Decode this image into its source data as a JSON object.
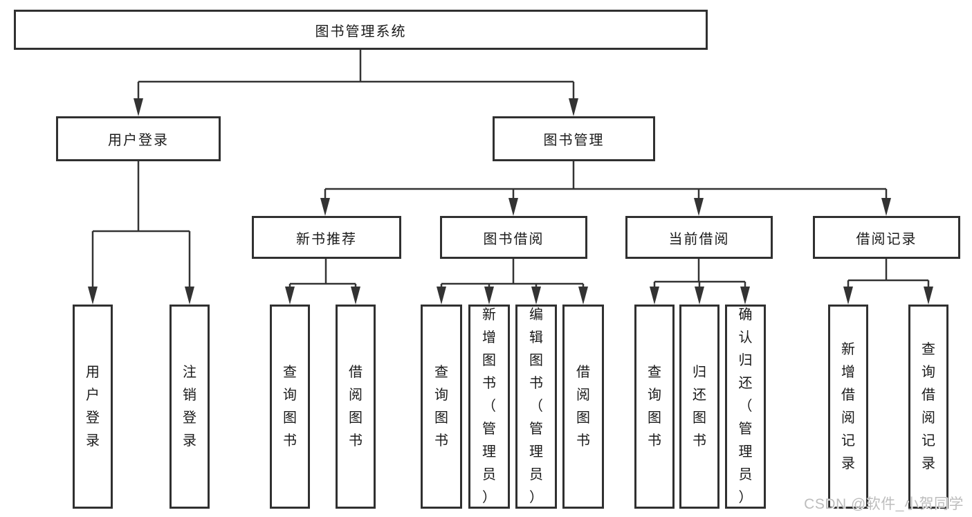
{
  "diagram": {
    "root": {
      "label": "图书管理系统",
      "children": [
        {
          "label": "用户登录",
          "children": [
            {
              "label": "用户登录"
            },
            {
              "label": "注销登录"
            }
          ]
        },
        {
          "label": "图书管理",
          "children": [
            {
              "label": "新书推荐",
              "children": [
                {
                  "label": "查询图书"
                },
                {
                  "label": "借阅图书"
                }
              ]
            },
            {
              "label": "图书借阅",
              "children": [
                {
                  "label": "查询图书"
                },
                {
                  "label": "新增图书（管理员）"
                },
                {
                  "label": "编辑图书（管理员）"
                },
                {
                  "label": "借阅图书"
                }
              ]
            },
            {
              "label": "当前借阅",
              "children": [
                {
                  "label": "查询图书"
                },
                {
                  "label": "归还图书"
                },
                {
                  "label": "确认归还（管理员）"
                }
              ]
            },
            {
              "label": "借阅记录",
              "children": [
                {
                  "label": "新增借阅记录"
                },
                {
                  "label": "查询借阅记录"
                }
              ]
            }
          ]
        }
      ]
    }
  },
  "watermark": {
    "text": "CSDN @软件_小贺同学"
  },
  "colors": {
    "line": "#333333",
    "box_border": "#303030",
    "box_fill": "#ffffff",
    "text": "#1a1a1a",
    "watermark": "#bdbdbd",
    "background": "#ffffff"
  }
}
